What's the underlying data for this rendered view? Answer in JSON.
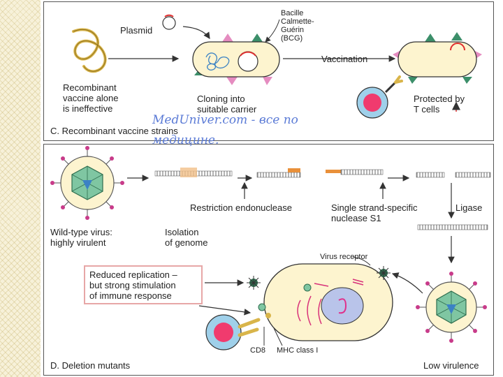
{
  "watermark": {
    "line1": "MedUniver.com - все по",
    "line2": "медицине."
  },
  "panel_c": {
    "caption": "C. Recombinant vaccine strains",
    "plasmid": "Plasmid",
    "bcg": "Bacille\nCalmette-\nGuérin\n(BCG)",
    "vaccination": "Vaccination",
    "recombinant": "Recombinant\nvaccine alone\nis ineffective",
    "cloning": "Cloning into\nsuitable carrier",
    "protected": "Protected by\nT cells"
  },
  "panel_d": {
    "caption": "D. Deletion mutants",
    "wild_type": "Wild-type virus:\nhighly virulent",
    "isolation": "Isolation\nof genome",
    "restriction": "Restriction endonuclease",
    "single_strand": "Single strand-specific\nnuclease S1",
    "ligase": "Ligase",
    "virus_receptor": "Virus receptor",
    "reduced": "Reduced replication –\nbut strong stimulation\nof immune response",
    "cd8": "CD8",
    "mhc": "MHC class I",
    "low_virulence": "Low virulence"
  },
  "colors": {
    "pink_spike": "#e58cc0",
    "green_spike": "#3c8f6a",
    "cell": "#fdf4cf",
    "nucleus": "#f03b6e",
    "dna": "#3b82c4"
  }
}
